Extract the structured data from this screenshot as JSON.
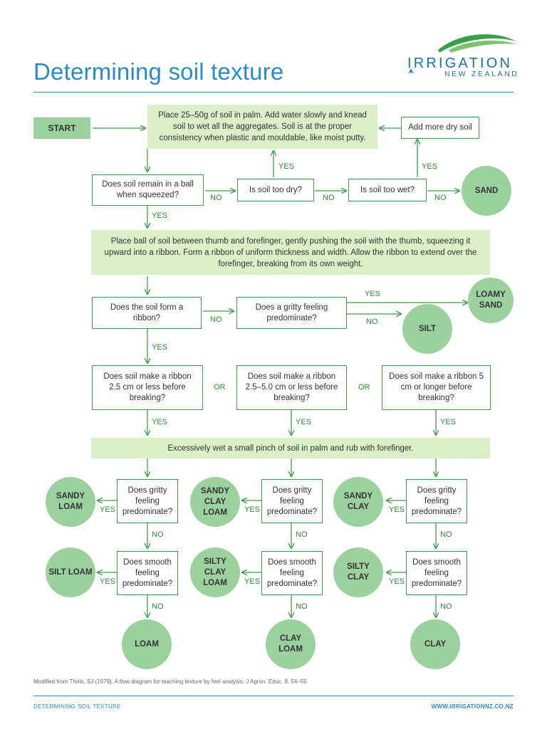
{
  "header": {
    "title": "Determining soil texture",
    "logo_word": "IRRIGATION",
    "logo_sub": "NEW ZEALAND"
  },
  "start_label": "START",
  "instructions": {
    "palm": "Place 25–50g of soil in palm. Add water slowly and knead soil to wet all the aggregates. Soil is at the proper consistency when plastic and mouldable, like moist putty.",
    "ribbon": "Place ball of soil between thumb and forefinger, gently pushing the soil with the thumb, squeezing it upward into a ribbon. Form a ribbon of uniform thickness and width. Allow the ribbon to extend over the forefinger, breaking from its own weight.",
    "wet": "Excessively wet a small pinch of soil in palm and rub with forefinger."
  },
  "questions": {
    "ball": "Does soil remain in a ball when squeezed?",
    "too_dry": "Is soil too dry?",
    "too_wet": "Is soil too wet?",
    "add_dry": "Add more dry soil",
    "form_ribbon": "Does the soil form a ribbon?",
    "gritty_main": "Does a gritty feeling predominate?",
    "r1": "Does soil make a ribbon 2.5 cm or less before breaking?",
    "r2": "Does soil make a ribbon 2.5–5.0 cm or less before breaking?",
    "r3": "Does soil make a ribbon 5 cm or longer before breaking?",
    "gritty": "Does gritty feeling predominate?",
    "smooth": "Does smooth feeling predominate?"
  },
  "results": {
    "sand": "SAND",
    "loamy_sand": "LOAMY SAND",
    "silt": "SILT",
    "sandy_loam": "SANDY LOAM",
    "sandy_clay_loam": "SANDY CLAY LOAM",
    "sandy_clay": "SANDY CLAY",
    "silt_loam": "SILT LOAM",
    "silty_clay_loam": "SILTY CLAY LOAM",
    "silty_clay": "SILTY CLAY",
    "loam": "LOAM",
    "clay_loam": "CLAY LOAM",
    "clay": "CLAY"
  },
  "labels": {
    "yes": "YES",
    "no": "NO",
    "or": "OR"
  },
  "footer": {
    "note": "Modified from Thein, SJ (1979). A flow diagram for teaching texture by feel analysis. J Agron. Educ. 8: 54–55",
    "left": "DETERMINING SOIL TEXTURE",
    "right": "WWW.IRRIGATIONNZ.CO.NZ"
  },
  "colors": {
    "accent_blue": "#2a8bc4",
    "line_green": "#3d9a4a",
    "panel_green": "#dbefc8",
    "result_green": "#9bd09f"
  }
}
